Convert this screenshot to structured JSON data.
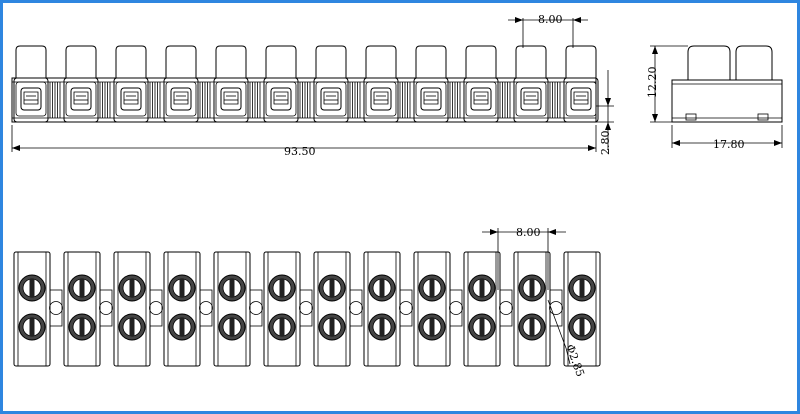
{
  "drawing": {
    "border_color": "#2f86e0",
    "module_count": 12,
    "front_view": {
      "pitch_label": "8.00",
      "length_label": "93.50",
      "offset_label": "2.80"
    },
    "side_view": {
      "height_label": "12.20",
      "width_label": "17.80"
    },
    "top_view": {
      "pitch_label": "8.00",
      "hole_label": "Φ2.85"
    }
  }
}
